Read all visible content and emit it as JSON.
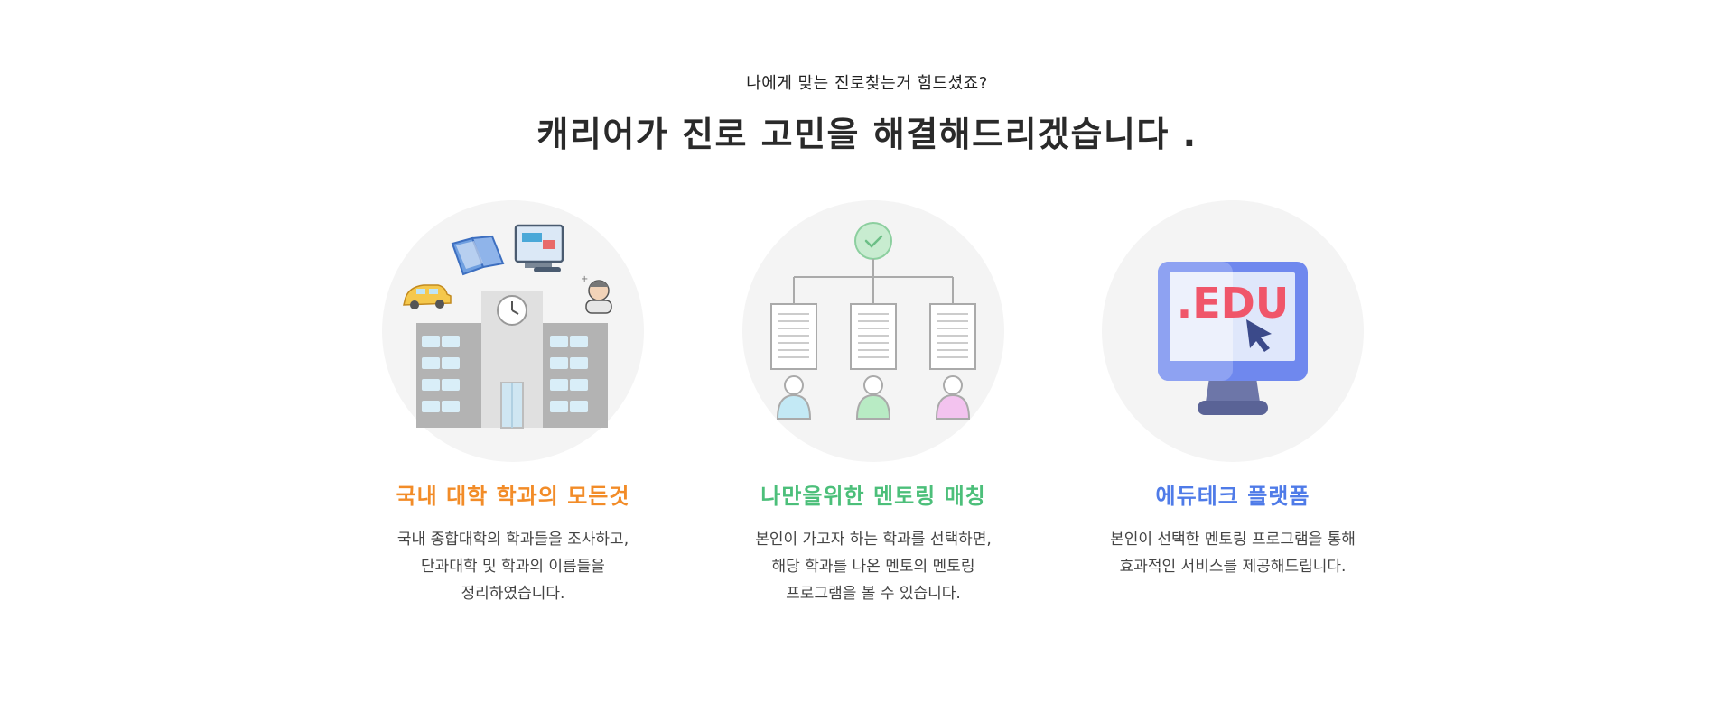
{
  "header": {
    "subtitle": "나에게 맞는 진로찾는거 힘드셨죠?",
    "headline": "캐리어가 진로 고민을 해결해드리겠습니다 ."
  },
  "cards": [
    {
      "title": "국내 대학 학과의 모든것",
      "title_color": "#f28c28",
      "desc": [
        "국내 종합대학의 학과들을 조사하고,",
        "단과대학 및 학과의 이름들을",
        "정리하였습니다."
      ]
    },
    {
      "title": "나만을위한 멘토링 매칭",
      "title_color": "#4cbf7a",
      "desc": [
        "본인이 가고자 하는 학과를 선택하면,",
        "해당 학과를 나온 멘토의 멘토링",
        "프로그램을 볼 수 있습니다."
      ]
    },
    {
      "title": "에듀테크 플랫폼",
      "title_color": "#4f7be8",
      "desc": [
        "본인이 선택한 멘토링 프로그램을  통해",
        "효과적인 서비스를 제공해드립니다."
      ]
    }
  ],
  "illustrations": {
    "edu_text": ".EDU"
  },
  "colors": {
    "circle_bg": "#f4f4f4",
    "orange": "#f28c28",
    "green": "#4cbf7a",
    "blue": "#4f7be8",
    "edu_red": "#f0566a"
  }
}
